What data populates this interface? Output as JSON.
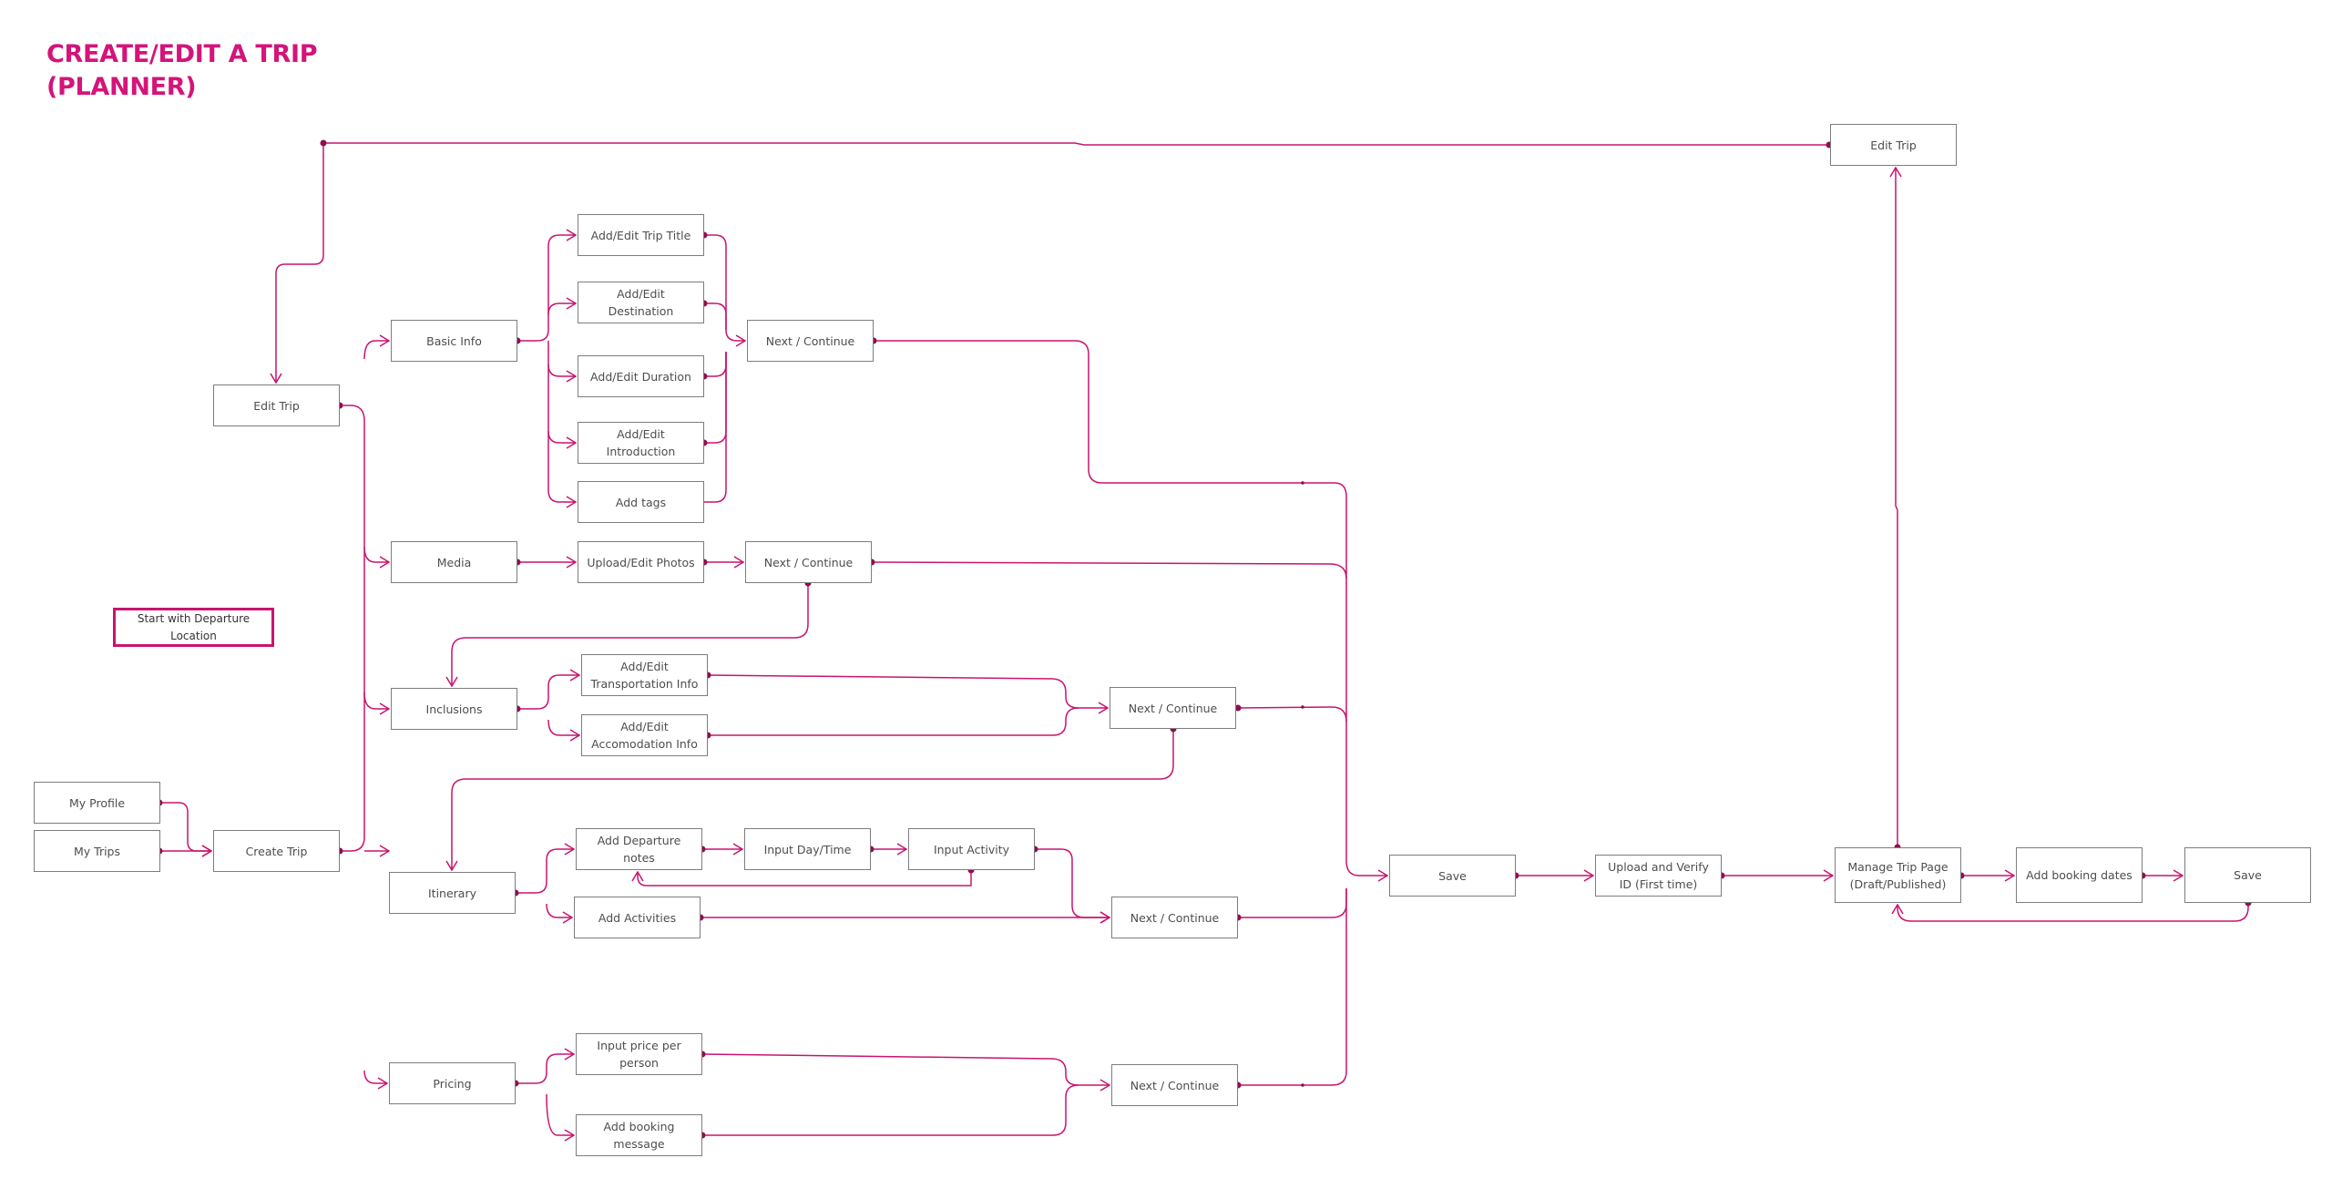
{
  "title": {
    "line1": "CREATE/EDIT A TRIP",
    "line2": "(PLANNER)"
  },
  "colors": {
    "accent": "#d4147a",
    "line": "#c8146f",
    "box_border": "#7d7d7d",
    "text": "#4d4d4d"
  },
  "nodes": {
    "edit_trip_top": "Edit Trip",
    "edit_trip": "Edit Trip",
    "start_departure": "Start with Departure Location",
    "my_profile": "My Profile",
    "my_trips": "My Trips",
    "create_trip": "Create Trip",
    "basic_info": "Basic Info",
    "media": "Media",
    "inclusions": "Inclusions",
    "itinerary": "Itinerary",
    "pricing": "Pricing",
    "trip_title": "Add/Edit Trip Title",
    "destination": "Add/Edit\nDestination",
    "duration": "Add/Edit Duration",
    "introduction": "Add/Edit\nIntroduction",
    "tags": "Add tags",
    "next_basic": "Next / Continue",
    "upload_photos": "Upload/Edit Photos",
    "next_media": "Next / Continue",
    "transport": "Add/Edit\nTransportation Info",
    "accommodation": "Add/Edit\nAccomodation Info",
    "next_inclusions": "Next / Continue",
    "departure_notes": "Add Departure\nnotes",
    "day_time": "Input Day/Time",
    "activity": "Input Activity",
    "activities": "Add Activities",
    "next_itinerary": "Next / Continue",
    "price": "Input price per\nperson",
    "booking_msg": "Add booking\nmessage",
    "next_pricing": "Next / Continue",
    "save": "Save",
    "verify": "Upload and Verify\nID (First time)",
    "manage": "Manage Trip Page\n(Draft/Published)",
    "booking_dates": "Add booking dates",
    "save_final": "Save"
  }
}
